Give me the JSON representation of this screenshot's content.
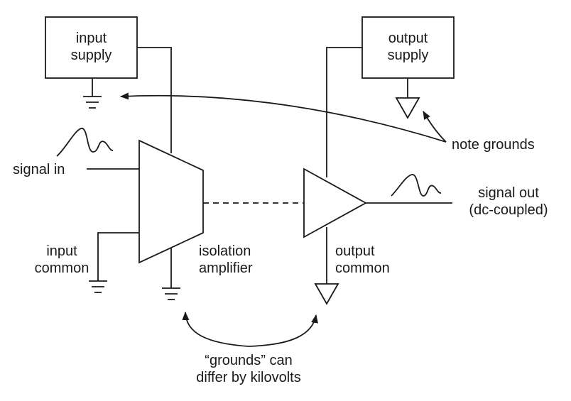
{
  "labels": {
    "input_supply_line1": "input",
    "input_supply_line2": "supply",
    "output_supply_line1": "output",
    "output_supply_line2": "supply",
    "signal_in": "signal in",
    "input_common_line1": "input",
    "input_common_line2": "common",
    "isolation_amplifier_line1": "isolation",
    "isolation_amplifier_line2": "amplifier",
    "output_common_line1": "output",
    "output_common_line2": "common",
    "signal_out_line1": "signal out",
    "signal_out_line2": "(dc-coupled)",
    "note_grounds": "note grounds",
    "grounds_differ_line1": "“grounds” can",
    "grounds_differ_line2": "differ by kilovolts"
  },
  "colors": {
    "ink": "#1a1a1a",
    "background": "#ffffff"
  }
}
